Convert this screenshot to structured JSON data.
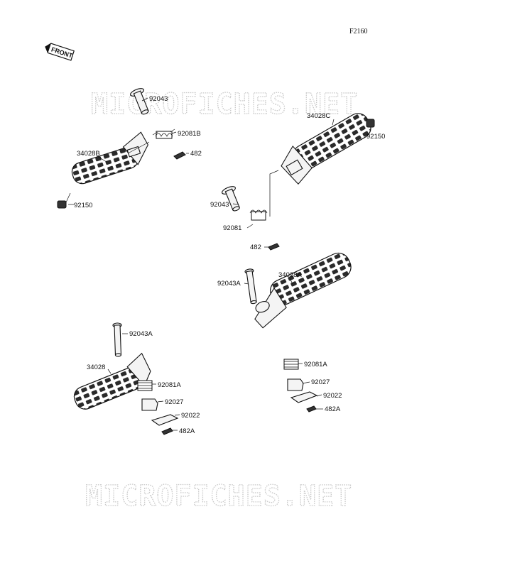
{
  "diagram": {
    "code": "F2160",
    "front_badge": "FRONT",
    "watermark": "MICROFICHES.NET",
    "labels": {
      "p92043_top": "92043",
      "p92081B": "92081B",
      "p482_top": "482",
      "p34028B": "34028B",
      "p92150_left": "92150",
      "p34028C": "34028C",
      "p92150_right": "92150",
      "p92043_mid": "92043",
      "p92081_mid": "92081",
      "p482_mid": "482",
      "p34028A": "34028A",
      "p92043A_right": "92043A",
      "p92081A_right": "92081A",
      "p92027_right": "92027",
      "p92022_right": "92022",
      "p482A_right": "482A",
      "p92043A_left": "92043A",
      "p34028": "34028",
      "p92081A_left": "92081A",
      "p92027_left": "92027",
      "p92022_left": "92022",
      "p482A_left": "482A"
    }
  }
}
